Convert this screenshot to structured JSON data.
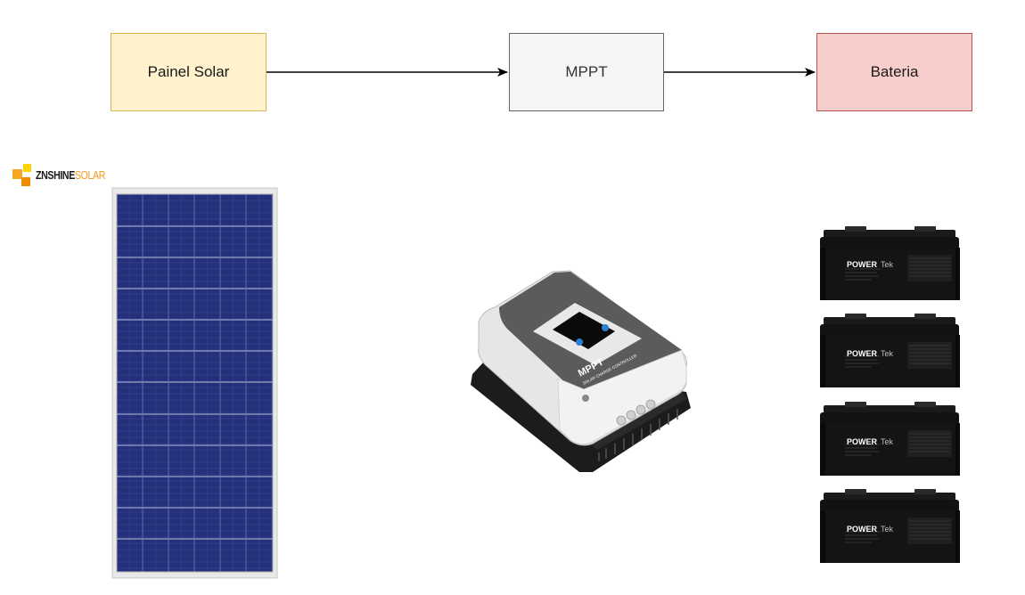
{
  "diagram": {
    "nodes": {
      "solar": {
        "label": "Painel Solar"
      },
      "mppt": {
        "label": "MPPT"
      },
      "battery": {
        "label": "Bateria"
      }
    },
    "edges": [
      {
        "from": "solar",
        "to": "mppt"
      },
      {
        "from": "mppt",
        "to": "battery"
      }
    ]
  },
  "images": {
    "panel_brand_a": "ZNSHINE",
    "panel_brand_b": "SOLAR",
    "controller_label": "MPPT",
    "controller_sublabel": "SOLAR CHARGE CONTROLLER",
    "battery_brand_a": "POWER",
    "battery_brand_b": "Tek",
    "battery_count": 4
  }
}
